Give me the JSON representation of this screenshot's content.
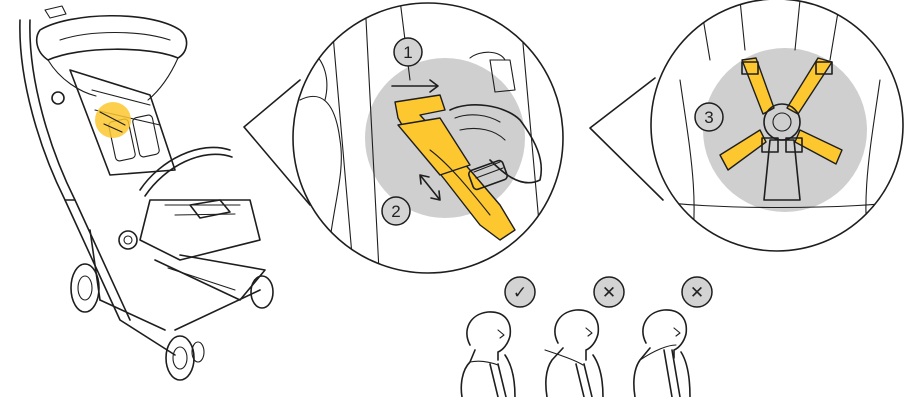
{
  "steps": {
    "step1": "1",
    "step2": "2",
    "step3": "3"
  },
  "markers": {
    "correct_symbol": "✓",
    "incorrect_symbol_1": "✕",
    "incorrect_symbol_2": "✕"
  },
  "colors": {
    "highlight": "#FDC72F",
    "backdrop": "#cfcfcf",
    "line": "#1e1e1e"
  },
  "icons": [
    "check-icon",
    "cross-icon",
    "arrow-icon",
    "double-arrow-icon"
  ]
}
